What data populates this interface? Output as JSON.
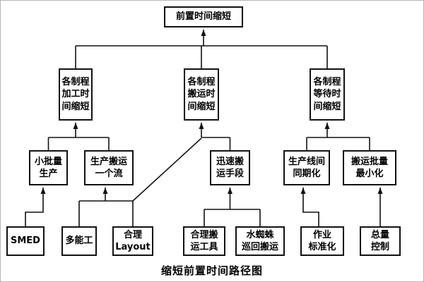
{
  "diagram": {
    "caption": "缩短前置时间路径图",
    "nodes": {
      "root": "前置时间缩短",
      "process_time": "各制程\n加工时\n间缩短",
      "transport_time": "各制程\n搬运时\n间缩短",
      "wait_time": "各制程\n等待时\n间缩短",
      "small_batch": "小批量\n生产",
      "one_piece_flow": "生产搬运\n一个流",
      "rapid_transport": "迅速搬\n运手段",
      "line_sync": "生产线间\n同期化",
      "batch_min": "搬运批量\n最小化",
      "smed": "SMED",
      "multi_skill": "多能工",
      "layout": "合理\nLayout",
      "transport_tools": "合理搬\n运工具",
      "water_spider": "水蜘蛛\n巡回搬运",
      "work_std": "作业\n标准化",
      "total_control": "总量\n控制"
    }
  }
}
